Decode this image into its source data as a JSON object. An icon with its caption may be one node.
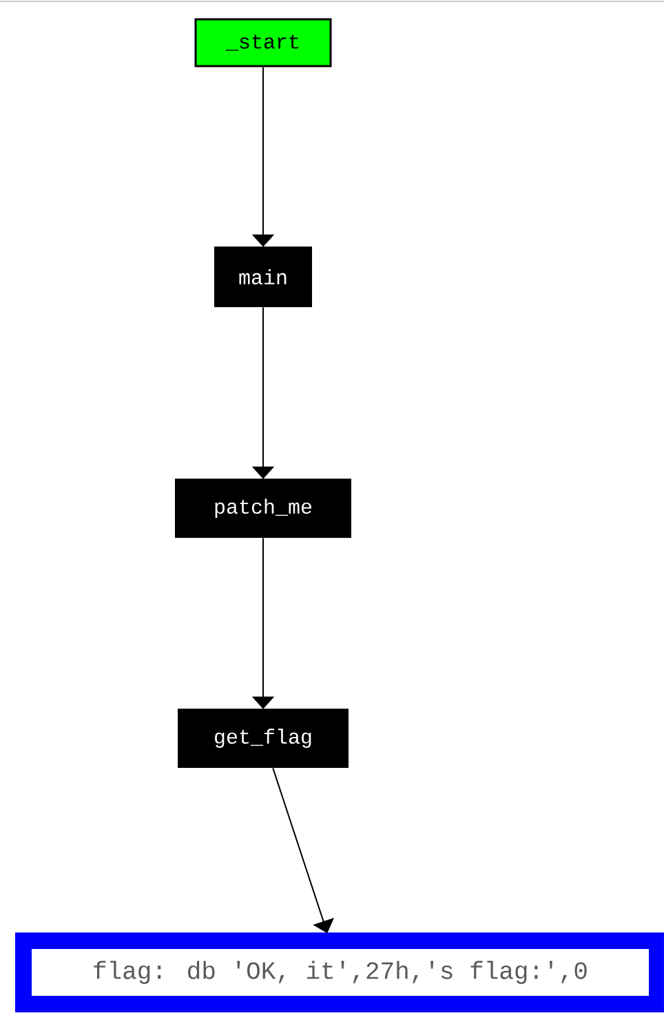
{
  "diagram": {
    "nodes": [
      {
        "text": [
          "_start"
        ]
      },
      {
        "text": [
          "main"
        ]
      },
      {
        "text": [
          "patch_me"
        ]
      },
      {
        "text": [
          "get_flag"
        ]
      },
      {
        "text": [
          "flag: db 'OK, it',27h,'s flag:',0"
        ]
      }
    ],
    "edges": [
      {
        "from": 0,
        "to": 1,
        "arrow": "to"
      },
      {
        "from": 1,
        "to": 2,
        "arrow": "to"
      },
      {
        "from": 2,
        "to": 3,
        "arrow": "to"
      },
      {
        "from": 3,
        "to": 4,
        "arrow": "to"
      }
    ]
  }
}
